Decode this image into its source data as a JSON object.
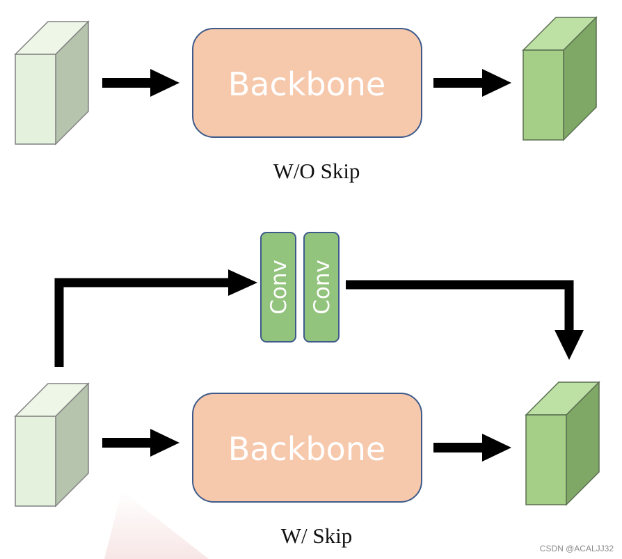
{
  "top": {
    "backbone_label": "Backbone",
    "caption": "W/O Skip"
  },
  "bottom": {
    "backbone_label": "Backbone",
    "conv1_label": "Conv",
    "conv2_label": "Conv",
    "caption": "W/ Skip"
  },
  "watermark": "CSDN @ACALJJ32",
  "colors": {
    "input_front": "#e4f1dc",
    "input_top": "#eef6e8",
    "input_side": "#b6c4ae",
    "output_front": "#a5cf87",
    "output_top": "#bde0a4",
    "output_side": "#7fa866",
    "backbone_fill": "#f6c8ac",
    "backbone_border": "#3d5a8a",
    "conv_fill": "#93c47d",
    "arrow": "#000000"
  }
}
